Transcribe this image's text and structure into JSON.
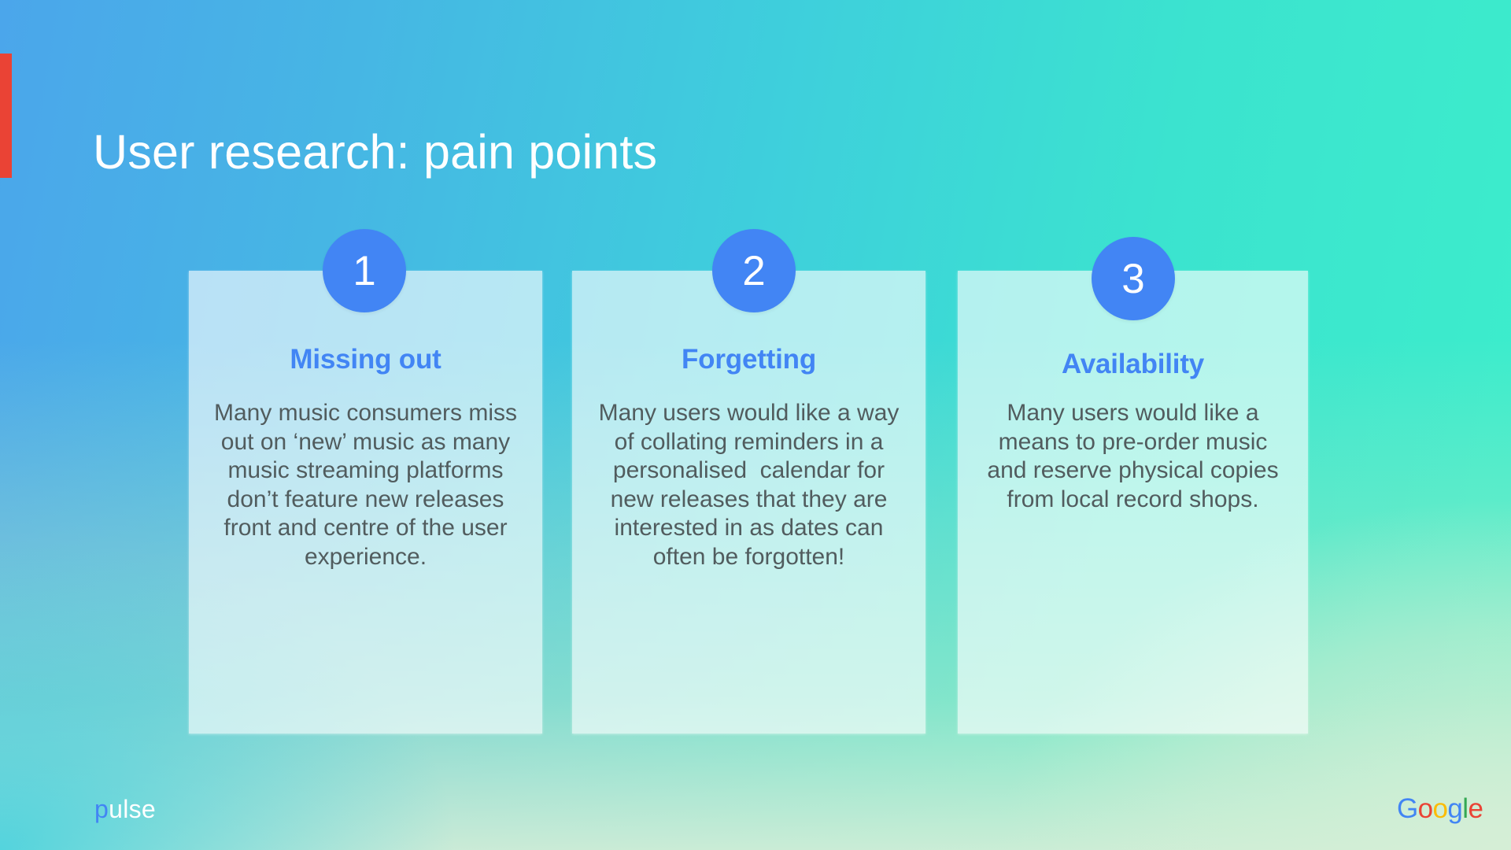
{
  "slide": {
    "title": "User research: pain points",
    "accent_bar_color": "#EA4335",
    "background": {
      "top_left_color": "#4BA6EB",
      "top_right_color": "#3DEECB",
      "bottom_left_color": "#3FD0DE",
      "bottom_right_color": "#D6EED6"
    }
  },
  "cards": [
    {
      "number": "1",
      "title": "Missing out",
      "body": "Many music consumers miss out on ‘new’ music as many music streaming platforms don’t feature new releases front and centre of the user experience."
    },
    {
      "number": "2",
      "title": "Forgetting",
      "body": "Many users would like a way of collating reminders in a personalised  calendar for new releases that they are interested in as dates can often be forgotten!"
    },
    {
      "number": "3",
      "title": "Availability",
      "body": "Many users would like a means to pre-order music and reserve physical copies from local record shops."
    }
  ],
  "footer": {
    "pulse_logo": {
      "first_letter": "p",
      "rest": "ulse",
      "first_letter_color": "#4285F4",
      "rest_color": "#FFFFFF"
    },
    "google_logo": {
      "letters": [
        "G",
        "o",
        "o",
        "g",
        "l",
        "e"
      ],
      "colors": [
        "#4285F4",
        "#EA4335",
        "#FBBC05",
        "#4285F4",
        "#34A853",
        "#EA4335"
      ]
    }
  },
  "theme": {
    "badge_color": "#4285F4",
    "card_title_color": "#4285F4",
    "card_body_color": "#515C5E",
    "card_background": "rgba(255,255,255,0.62)"
  }
}
